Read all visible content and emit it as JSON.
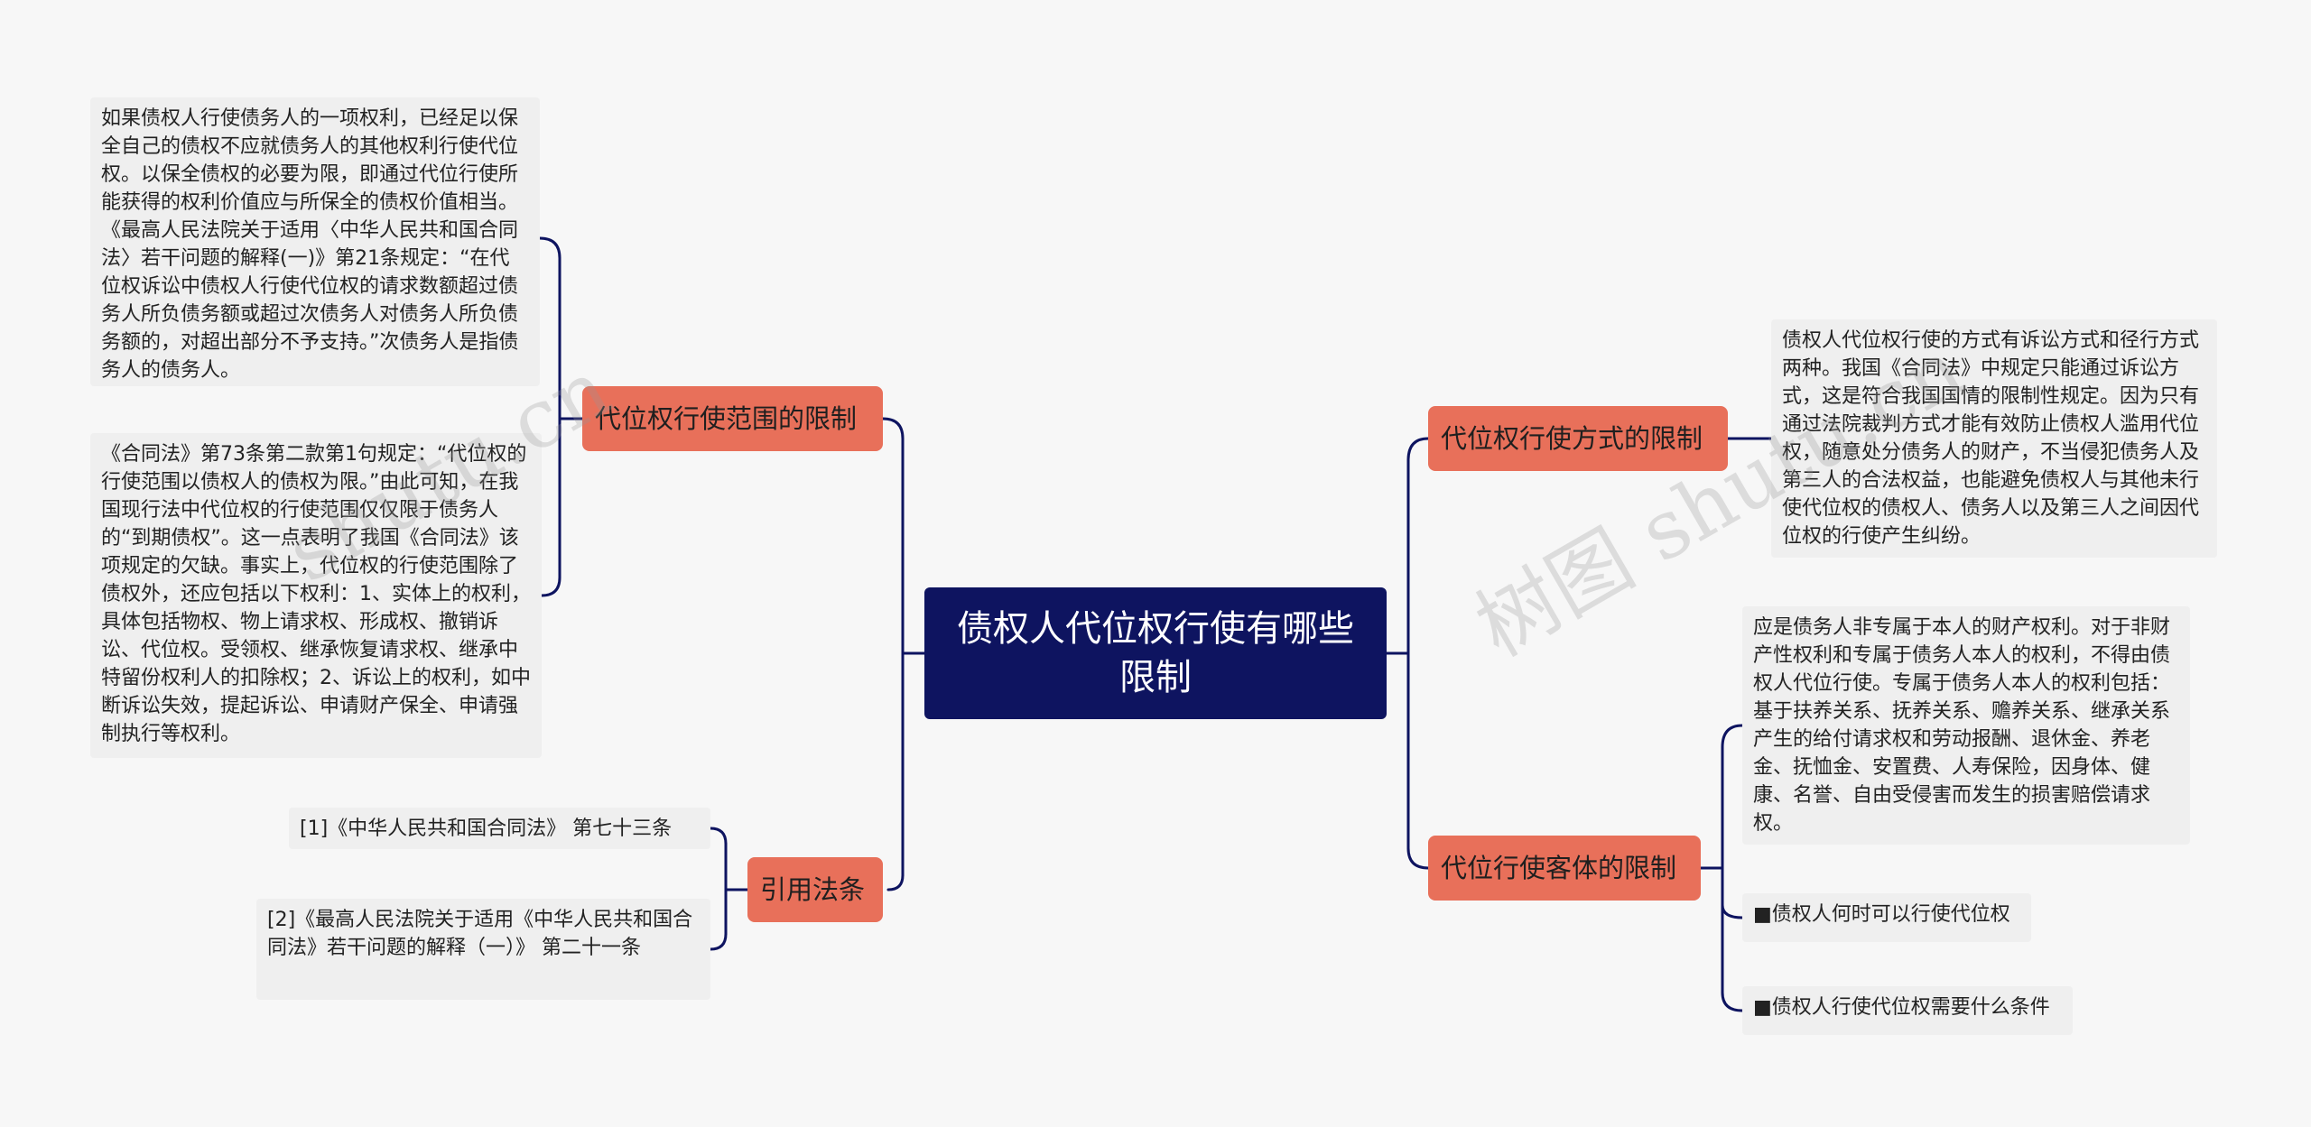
{
  "root": {
    "title": "债权人代位权行使有哪些限制"
  },
  "branches": {
    "scope": {
      "label": "代位权行使范围的限制"
    },
    "law": {
      "label": "引用法条"
    },
    "method": {
      "label": "代位权行使方式的限制"
    },
    "object": {
      "label": "代位行使客体的限制"
    }
  },
  "leaves": {
    "scope1": "如果债权人行使债务人的一项权利，已经足以保全自己的债权不应就债务人的其他权利行使代位权。以保全债权的必要为限，即通过代位行使所能获得的权利价值应与所保全的债权价值相当。《最高人民法院关于适用〈中华人民共和国合同法〉若干问题的解释(一)》第21条规定：“在代位权诉讼中债权人行使代位权的请求数额超过债务人所负债务额或超过次债务人对债务人所负债务额的，对超出部分不予支持。”次债务人是指债务人的债务人。",
    "scope2": "《合同法》第73条第二款第1句规定：“代位权的行使范围以债权人的债权为限。”由此可知，在我国现行法中代位权的行使范围仅仅限于债务人的“到期债权”。这一点表明了我国《合同法》该项规定的欠缺。事实上，代位权的行使范围除了债权外，还应包括以下权利：1、实体上的权利，具体包括物权、物上请求权、形成权、撤销诉讼、代位权。受领权、继承恢复请求权、继承中特留份权利人的扣除权；2、诉讼上的权利，如中断诉讼失效，提起诉讼、申请财产保全、申请强制执行等权利。",
    "law1": "[1]《中华人民共和国合同法》 第七十三条",
    "law2": "[2]《最高人民法院关于适用《中华人民共和国合同法》若干问题的解释（一）》 第二十一条",
    "method1": "债权人代位权行使的方式有诉讼方式和径行方式两种。我国《合同法》中规定只能通过诉讼方式，这是符合我国国情的限制性规定。因为只有通过法院裁判方式才能有效防止债权人滥用代位权，随意处分债务人的财产，不当侵犯债务人及第三人的合法权益，也能避免债权人与其他未行使代位权的债权人、债务人以及第三人之间因代位权的行使产生纠纷。",
    "object1": "应是债务人非专属于本人的财产权利。对于非财产性权利和专属于债务人本人的权利，不得由债权人代位行使。专属于债务人本人的权利包括：基于扶养关系、抚养关系、赡养关系、继承关系产生的给付请求权和劳动报酬、退休金、养老金、抚恤金、安置费、人寿保险，因身体、健康、名誉、自由受侵害而发生的损害赔偿请求权。",
    "object2": "■债权人何时可以行使代位权",
    "object3": "■债权人行使代位权需要什么条件"
  },
  "watermark": [
    "shutu.cn",
    "树图 shutu.cn"
  ],
  "colors": {
    "root": "#0e1460",
    "branch": "#e8705a",
    "leaf_bg": "#efefef",
    "link": "#0e1460",
    "background": "#f7f7f7"
  }
}
